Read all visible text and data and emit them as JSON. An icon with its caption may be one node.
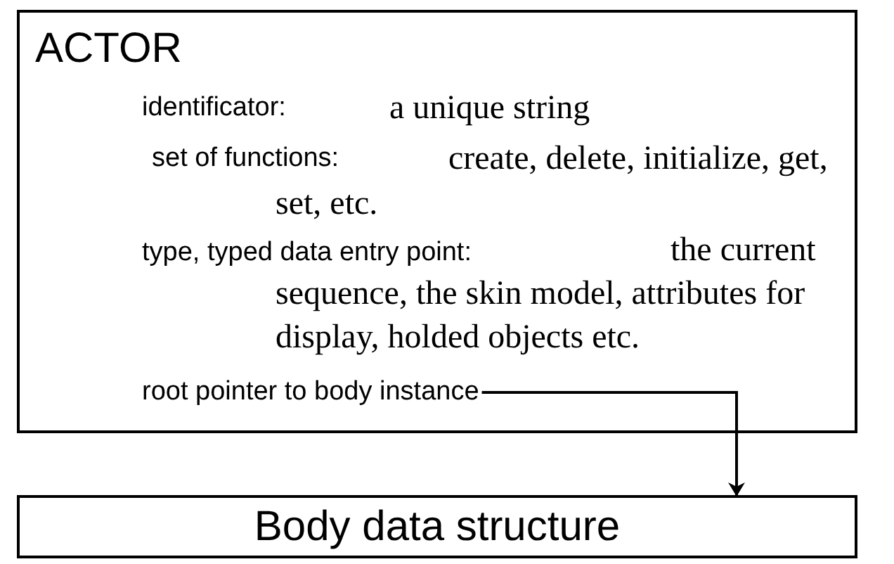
{
  "diagram": {
    "nodes": [
      {
        "text": [
          "ACTOR",
          "identificator:",
          "a unique string",
          "set of functions:",
          "create, delete, initialize, get, set, etc.",
          "type, typed data entry point:",
          "the current sequence, the skin model, attributes for display, holded objects etc."
        ]
      },
      {
        "text": [
          "root pointer to body instance"
        ],
        "in": 0
      },
      {
        "text": [
          "Body data structure"
        ]
      }
    ],
    "edges": [
      {
        "from": 1,
        "to": 2,
        "arrow": "to"
      }
    ]
  }
}
